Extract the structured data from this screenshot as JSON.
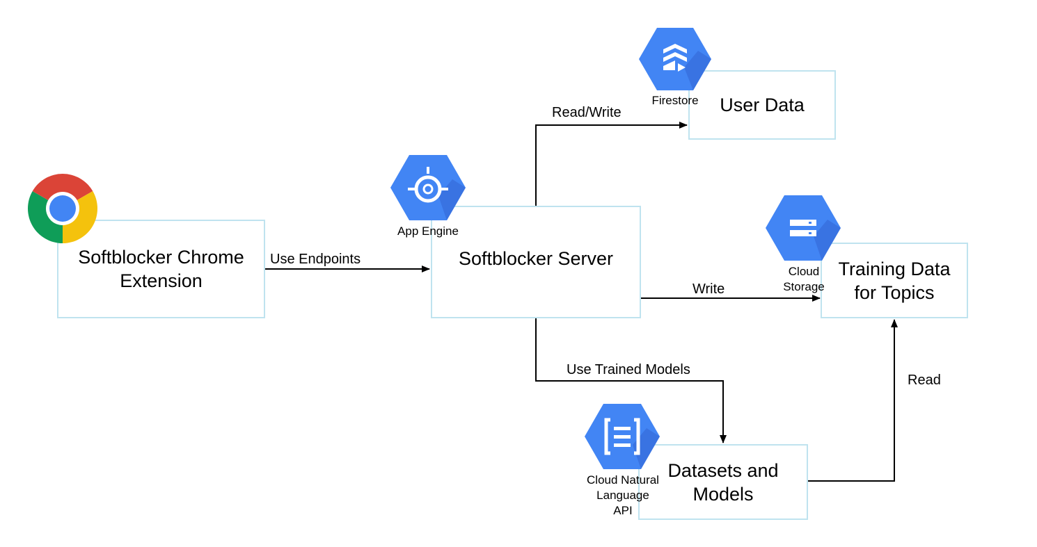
{
  "nodes": {
    "chrome_ext": {
      "label_line1": "Softblocker Chrome",
      "label_line2": "Extension"
    },
    "server": {
      "label": "Softblocker Server"
    },
    "user_data": {
      "label": "User Data"
    },
    "training": {
      "label_line1": "Training Data",
      "label_line2": "for Topics"
    },
    "datasets": {
      "label_line1": "Datasets and",
      "label_line2": "Models"
    }
  },
  "services": {
    "firestore": {
      "name": "Firestore",
      "icon": "firestore-icon",
      "color": "#4285f4"
    },
    "app_engine": {
      "name": "App Engine",
      "icon": "app-engine-icon",
      "color": "#4285f4"
    },
    "cloud_storage": {
      "name_line1": "Cloud",
      "name_line2": "Storage",
      "icon": "cloud-storage-icon",
      "color": "#4285f4"
    },
    "nl_api": {
      "name_line1": "Cloud Natural",
      "name_line2": "Language",
      "name_line3": "API",
      "icon": "natural-language-icon",
      "color": "#4285f4"
    },
    "chrome": {
      "icon": "chrome-icon"
    }
  },
  "edges": {
    "use_endpoints": "Use Endpoints",
    "read_write": "Read/Write",
    "write": "Write",
    "use_trained_models": "Use Trained Models",
    "read": "Read"
  },
  "colors": {
    "box_border": "#bfe3ef",
    "gcp_blue": "#4285f4",
    "gcp_dark": "#3367d6"
  }
}
